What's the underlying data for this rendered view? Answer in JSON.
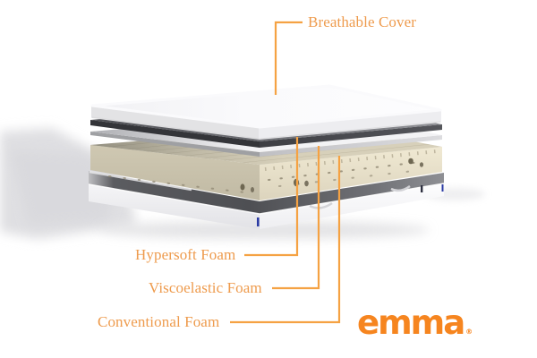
{
  "diagram": {
    "type": "exploded-mattress-layer-diagram",
    "callouts": [
      {
        "id": "breathable-cover",
        "label": "Breathable Cover"
      },
      {
        "id": "hypersoft-foam",
        "label": "Hypersoft Foam"
      },
      {
        "id": "viscoelastic-foam",
        "label": "Viscoelastic Foam"
      },
      {
        "id": "conventional-foam",
        "label": "Conventional Foam"
      }
    ],
    "colors": {
      "callout_text": "#EE9B4D",
      "callout_line": "#F5A243",
      "cover_white": "#FBFBFD",
      "hypersoft_gray": "#5F6065",
      "viscoelastic_white": "#F3F3F5",
      "conventional_beige": "#D7D0BA",
      "base_white": "#F1F1F3"
    }
  },
  "brand": {
    "logo_text": "emma",
    "registered_mark": "®",
    "logo_color": "#F6851F"
  }
}
